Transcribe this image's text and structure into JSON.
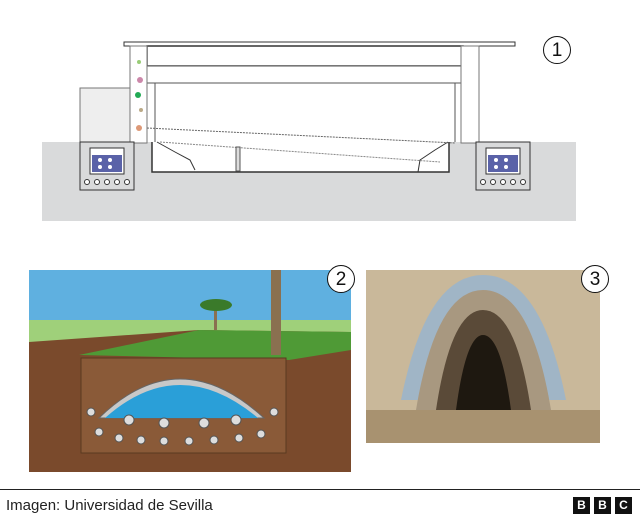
{
  "badges": [
    "1",
    "2",
    "3"
  ],
  "caption": "Imagen: Universidad de Sevilla",
  "logo": {
    "letters": [
      "B",
      "B",
      "C"
    ]
  },
  "colors": {
    "ground": "#d9dadb",
    "tank": "#5a62a8",
    "soil": "#7a4a2c",
    "grass": "#4f9a36",
    "sky": "#5fb0e0",
    "water": "#2a9fd8"
  }
}
